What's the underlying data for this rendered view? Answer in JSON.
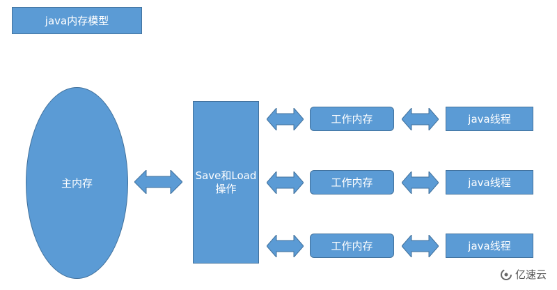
{
  "diagram": {
    "title": "java内存模型",
    "main_memory": "主内存",
    "save_load_line1": "Save和Load",
    "save_load_line2": "操作",
    "rows": [
      {
        "work_memory": "工作内存",
        "java_thread": "java线程"
      },
      {
        "work_memory": "工作内存",
        "java_thread": "java线程"
      },
      {
        "work_memory": "工作内存",
        "java_thread": "java线程"
      }
    ]
  },
  "watermark": {
    "text": "亿速云"
  },
  "colors": {
    "box_fill": "#5b9bd5",
    "box_border": "#41719c",
    "text": "#ffffff"
  }
}
